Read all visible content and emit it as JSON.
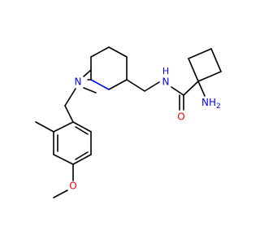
{
  "molecule": {
    "atoms": [
      {
        "id": "N_ring",
        "symbol": "N",
        "color": "#0000ff"
      },
      {
        "id": "N_amide",
        "symbol": "N",
        "color": "#0000ff",
        "suffix": "H"
      },
      {
        "id": "O_carbonyl",
        "symbol": "O",
        "color": "#ff0000"
      },
      {
        "id": "N_amino",
        "symbol": "NH2",
        "color": "#0000ff"
      },
      {
        "id": "O_methoxy",
        "symbol": "O",
        "color": "#ff0000"
      }
    ],
    "labels": {
      "ring_n": "N",
      "amide_n": "N",
      "amide_h": "H",
      "carbonyl_o": "O",
      "amino": "NH",
      "amino_sub": "2",
      "methoxy_o": "O"
    }
  }
}
